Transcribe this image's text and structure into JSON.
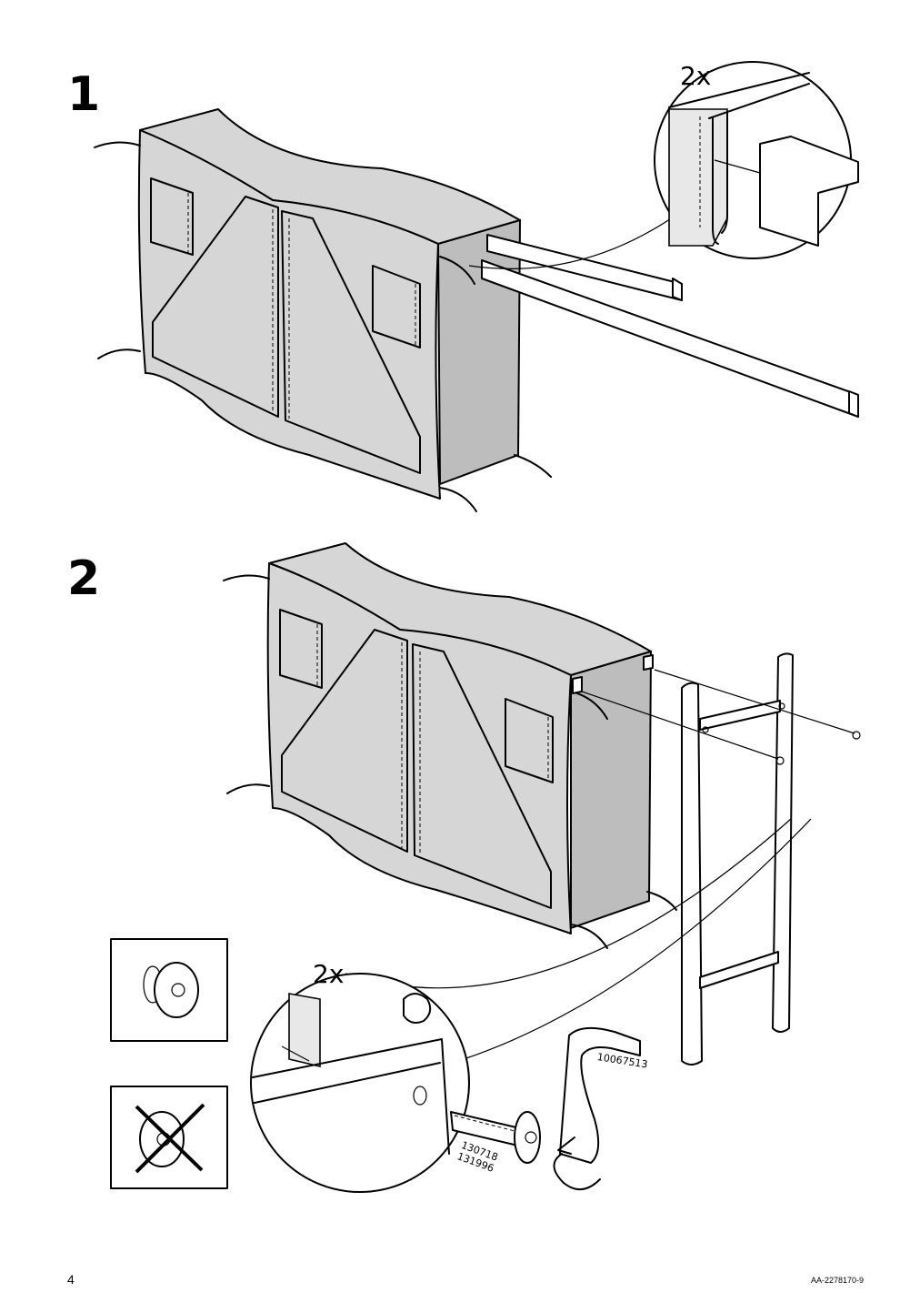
{
  "steps": {
    "step1": {
      "number": "1",
      "quantity": "2x"
    },
    "step2": {
      "number": "2",
      "quantity": "2x"
    }
  },
  "parts": {
    "tool_number": "10067513",
    "screw_numbers": [
      "130718",
      "131996"
    ]
  },
  "footer": {
    "page_number": "4",
    "document_code": "AA-2278170-9"
  }
}
